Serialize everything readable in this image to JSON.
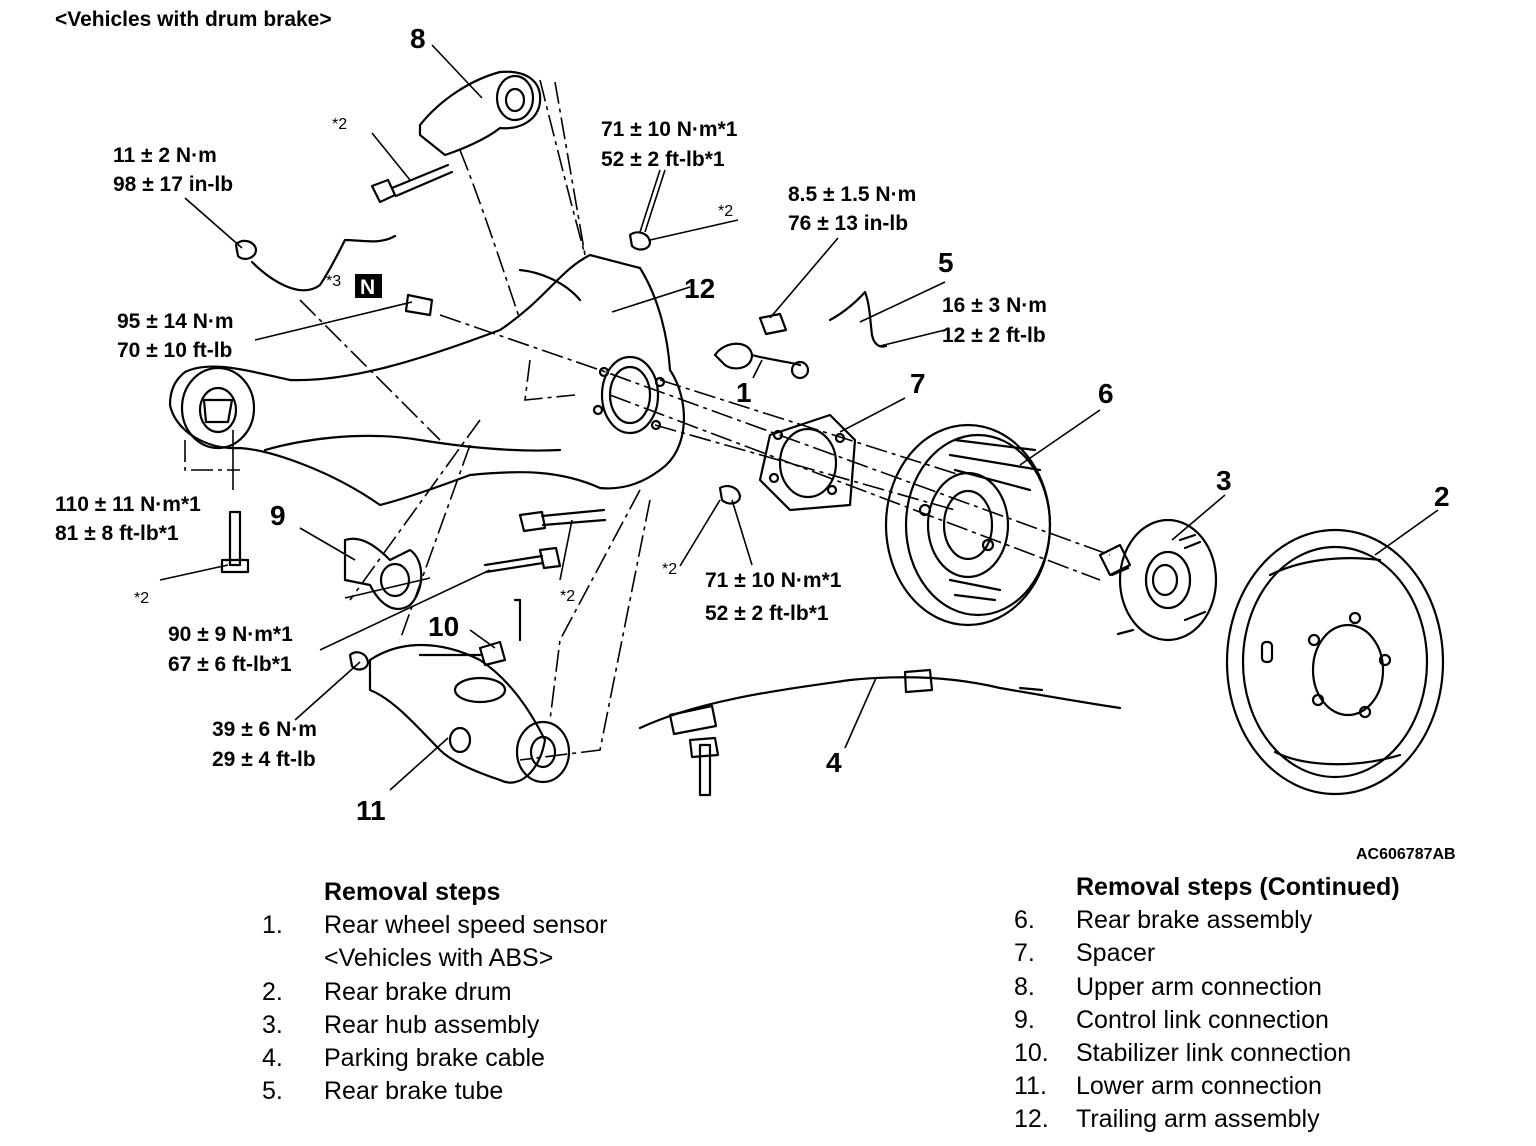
{
  "header": "<Vehicles with drum brake>",
  "figure_code": "AC606787AB",
  "callouts": {
    "c1": "1",
    "c2": "2",
    "c3": "3",
    "c4": "4",
    "c5": "5",
    "c6": "6",
    "c7": "7",
    "c8": "8",
    "c9": "9",
    "c10": "10",
    "c11": "11",
    "c12": "12"
  },
  "torques": {
    "t_sensor_a": "11 ± 2 N·m",
    "t_sensor_b": "98 ± 17 in-lb",
    "t_upper_a": "71 ± 10 N·m*1",
    "t_upper_b": "52 ± 2 ft-lb*1",
    "t_tube_a": "8.5 ± 1.5 N·m",
    "t_tube_b": "76 ± 13 in-lb",
    "t_flare_a": "16 ± 3 N·m",
    "t_flare_b": "12 ± 2 ft-lb",
    "t_nut_a": "95 ± 14 N·m",
    "t_nut_b": "70 ± 10 ft-lb",
    "t_trail_a": "110 ± 11 N·m*1",
    "t_trail_b": "81 ± 8 ft-lb*1",
    "t_link_a": "71 ± 10 N·m*1",
    "t_link_b": "52 ± 2 ft-lb*1",
    "t_lower_a": "90 ±  9 N·m*1",
    "t_lower_b": "67 ± 6  ft-lb*1",
    "t_stab_a": "39 ± 6 N·m",
    "t_stab_b": "29 ± 4 ft-lb"
  },
  "notes": {
    "star2_a": "*2",
    "star2_b": "*2",
    "star2_c": "*2",
    "star2_d": "*2",
    "star2_e": "*2",
    "star3": "*3",
    "new_part": "N"
  },
  "removal_steps": {
    "title": "Removal steps",
    "items": [
      {
        "num": "1.",
        "label": "Rear wheel speed sensor",
        "sub": "<Vehicles with ABS>"
      },
      {
        "num": "2.",
        "label": "Rear brake drum"
      },
      {
        "num": "3.",
        "label": "Rear hub assembly"
      },
      {
        "num": "4.",
        "label": "Parking brake cable"
      },
      {
        "num": "5.",
        "label": "Rear brake tube"
      }
    ]
  },
  "removal_steps_continued": {
    "title": "Removal steps (Continued)",
    "items": [
      {
        "num": "6.",
        "label": "Rear brake assembly"
      },
      {
        "num": "7.",
        "label": "Spacer"
      },
      {
        "num": "8.",
        "label": "Upper arm connection"
      },
      {
        "num": "9.",
        "label": "Control link connection"
      },
      {
        "num": "10.",
        "label": "Stabilizer link connection"
      },
      {
        "num": "11.",
        "label": "Lower arm connection"
      },
      {
        "num": "12.",
        "label": "Trailing arm assembly"
      }
    ]
  }
}
